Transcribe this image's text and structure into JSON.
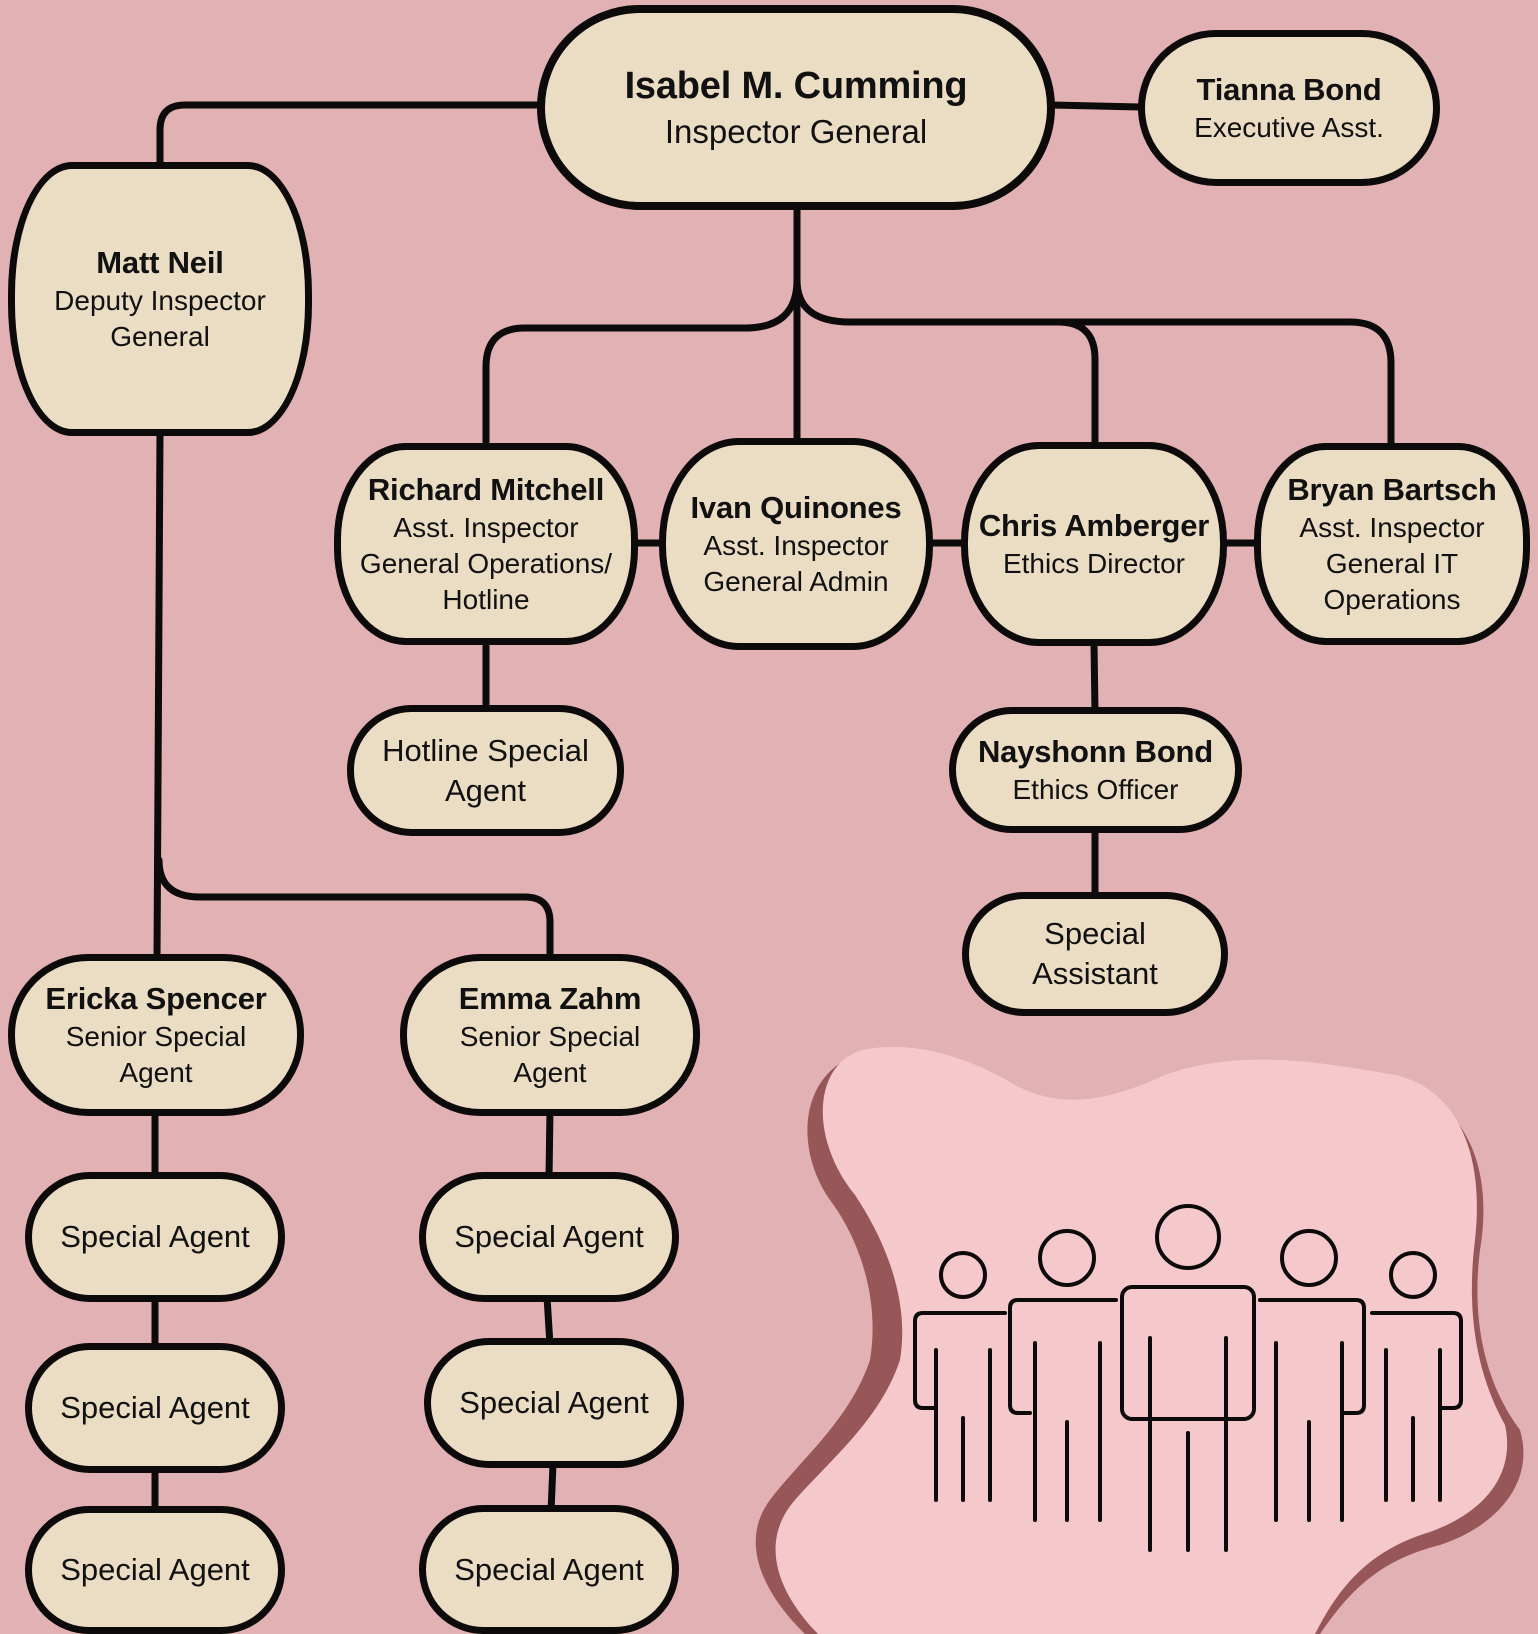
{
  "org": {
    "head": {
      "name": "Isabel M. Cumming",
      "title": "Inspector General"
    },
    "assistant": {
      "name": "Tianna Bond",
      "title": "Executive Asst."
    },
    "deputy": {
      "name": "Matt Neil",
      "title": "Deputy Inspector General"
    },
    "aigs": [
      {
        "name": "Richard Mitchell",
        "title": "Asst. Inspector General Operations/ Hotline"
      },
      {
        "name": "Ivan Quinones",
        "title": "Asst. Inspector General Admin"
      },
      {
        "name": "Chris Amberger",
        "title": "Ethics Director"
      },
      {
        "name": "Bryan Bartsch",
        "title": "Asst. Inspector General IT Operations"
      }
    ],
    "hotline_agent": "Hotline Special Agent",
    "ethics_officer": {
      "name": "Nayshonn Bond",
      "title": "Ethics Officer"
    },
    "special_assistant": "Special Assistant",
    "senior_agents": [
      {
        "name": "Ericka Spencer",
        "title": "Senior Special Agent"
      },
      {
        "name": "Emma Zahm",
        "title": "Senior Special Agent"
      }
    ],
    "special_agent_label": "Special Agent"
  },
  "illustration": {
    "icon": "group-of-people-icon",
    "blob_color": "#f5c9cc",
    "blob_shadow": "#975759"
  },
  "colors": {
    "background": "#e2b1b3",
    "node_fill": "#ebdcc4",
    "stroke": "#0c0a0a"
  }
}
